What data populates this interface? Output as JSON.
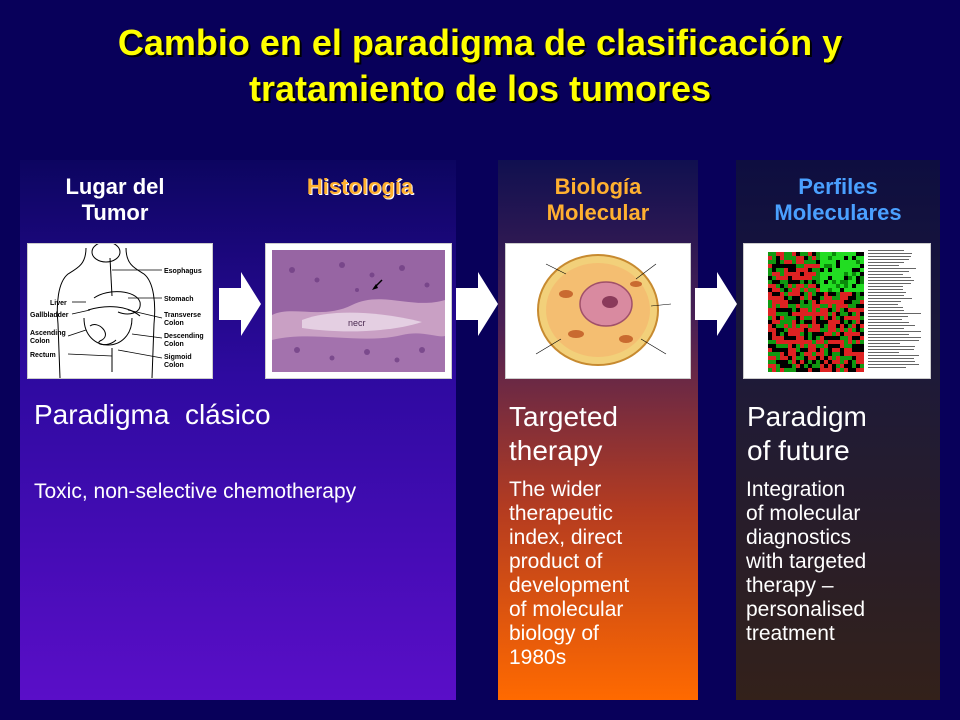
{
  "slide": {
    "title_line1": "Cambio en el paradigma de clasificación y",
    "title_line2": "tratamiento de los tumores"
  },
  "columns": {
    "lugar": {
      "title_line1": "Lugar del",
      "title_line2": "Tumor"
    },
    "histologia": {
      "title": "Histología",
      "image_label": "necr"
    },
    "biologia": {
      "title_line1": "Biología",
      "title_line2": "Molecular"
    },
    "perfiles": {
      "title_line1": "Perfiles",
      "title_line2": "Moleculares"
    }
  },
  "anatomy_labels": {
    "esophagus": "Esophagus",
    "liver": "Liver",
    "stomach": "Stomach",
    "gallbladder": "Gallbladder",
    "transverse_colon_1": "Transverse",
    "transverse_colon_2": "Colon",
    "ascending_colon_1": "Ascending",
    "ascending_colon_2": "Colon",
    "descending_colon_1": "Descending",
    "descending_colon_2": "Colon",
    "rectum": "Rectum",
    "sigmoid_colon_1": "Sigmoid",
    "sigmoid_colon_2": "Colon"
  },
  "paradigms": {
    "classic": {
      "heading": "Paradigma  clásico",
      "desc": "Toxic, non-selective chemotherapy"
    },
    "targeted": {
      "heading_line1": "Targeted",
      "heading_line2": "therapy",
      "desc_lines": [
        "The wider",
        "therapeutic",
        "index, direct",
        "product of",
        "development",
        "of molecular",
        "biology of",
        "1980s"
      ]
    },
    "future": {
      "heading_line1": "Paradigm",
      "heading_line2": "of future",
      "desc_lines": [
        "Integration",
        "of molecular",
        "diagnostics",
        "with targeted",
        "therapy –",
        "personalised",
        "treatment"
      ]
    }
  },
  "colors": {
    "title": "#ffff00",
    "header_white": "#ffffff",
    "header_orange": "#ffb030",
    "header_blue": "#4aa0ff"
  }
}
